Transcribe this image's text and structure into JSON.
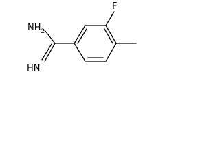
{
  "molecule": {
    "labels": {
      "amine": "NH",
      "amine_subscript": "2",
      "imine": "HN",
      "fluorine": "F"
    }
  }
}
